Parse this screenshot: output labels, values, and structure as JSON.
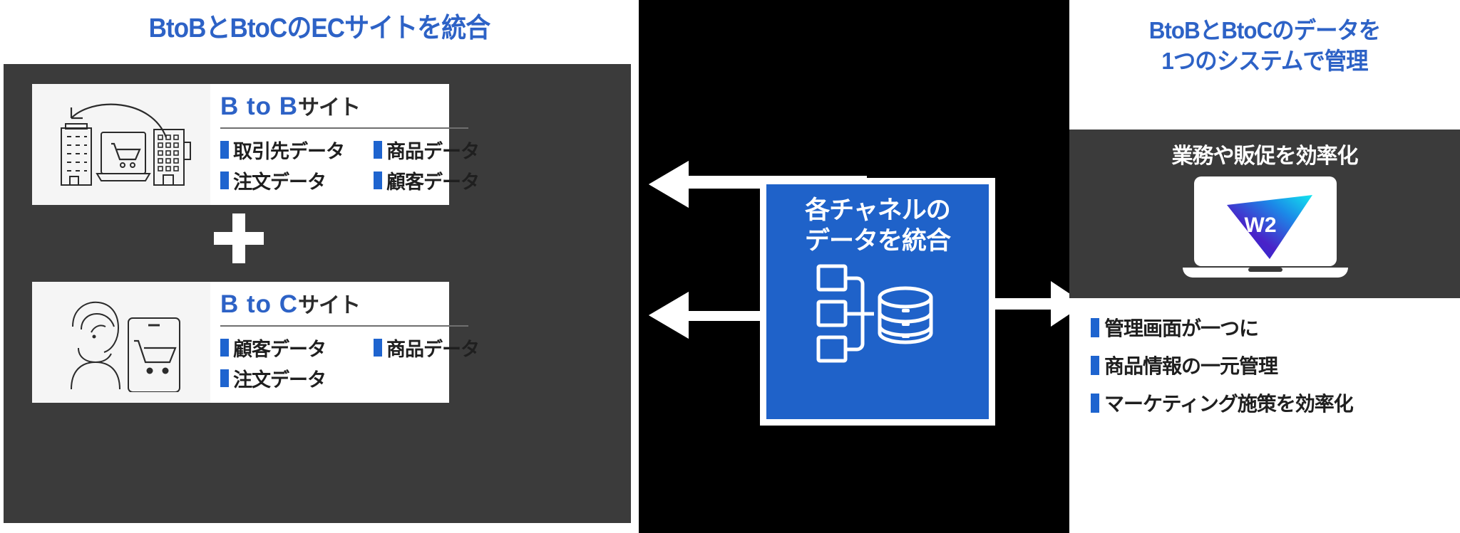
{
  "left": {
    "title": "BtoBとBtoCのECサイトを統合",
    "plus_symbol": "+",
    "cards": [
      {
        "brand": "B to B",
        "suffix": "サイト",
        "icon": "office-ecommerce-icon",
        "items": [
          "取引先データ",
          "商品データ",
          "注文データ",
          "顧客データ"
        ]
      },
      {
        "brand": "B to C",
        "suffix": "サイト",
        "icon": "consumer-mobile-cart-icon",
        "items": [
          "顧客データ",
          "商品データ",
          "注文データ"
        ]
      }
    ]
  },
  "center": {
    "box_text_line1": "各チャネルの",
    "box_text_line2": "データを統合",
    "icon": "data-integration-database-icon",
    "left_arrow_icon": "arrow-left-fork-icon",
    "right_arrow_icon": "arrow-right-icon"
  },
  "right": {
    "title_line1": "BtoBとBtoCのデータを",
    "title_line2": "1つのシステムで管理",
    "subtitle": "業務や販促を効率化",
    "logo_text": "W2",
    "logo_icon": "w2-triangle-logo",
    "device_icon": "laptop-icon",
    "benefits": [
      "管理画面が一つに",
      "商品情報の一元管理",
      "マーケティング施策を効率化"
    ]
  },
  "colors": {
    "accent_blue": "#2d62c6",
    "bullet_blue": "#1e64cf",
    "panel_dark": "#3b3b3b",
    "box_blue": "#1f62c9",
    "background": "#000000",
    "card_bg": "#ffffff",
    "icon_bg": "#f5f5f5"
  }
}
